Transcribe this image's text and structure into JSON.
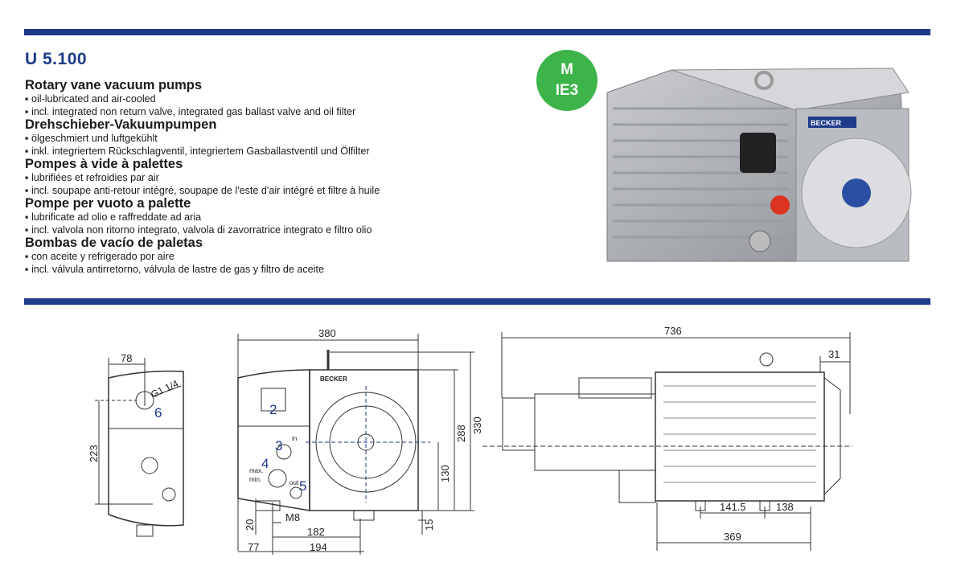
{
  "title": "U 5.100",
  "sections": [
    {
      "heading": "Rotary vane vacuum pumps",
      "bullets": [
        "▪ oil-lubricated and air-cooled",
        "▪ incl. integrated non return valve, integrated gas ballast valve and oil filter"
      ]
    },
    {
      "heading": "Drehschieber-Vakuumpumpen",
      "bullets": [
        "▪ ölgeschmiert und luftgekühlt",
        "▪ inkl. integriertem Rückschlagventil, integriertem Gasballastventil und Ölfilter"
      ]
    },
    {
      "heading": "Pompes à vide à palettes",
      "bullets": [
        "▪ lubrifiées et refroidies par air",
        "▪ incl. soupape anti-retour intégré, soupape de l'este d'air intégré et filtre à huile"
      ]
    },
    {
      "heading": "Pompe per vuoto a palette",
      "bullets": [
        "▪ lubrificate ad olio e raffreddate ad aria",
        "▪ incl. valvola non ritorno integrato, valvola di zavorratrice integrato e filtro olio"
      ]
    },
    {
      "heading": "Bombas de vacío de paletas",
      "bullets": [
        "▪ con aceite y refrigerado por aire",
        "▪ incl. válvula antirretorno, válvula de lastre de gas y filtro de aceite"
      ]
    }
  ],
  "badge": {
    "line1": "M",
    "line2": "IE3"
  },
  "photo": {
    "brand": "BECKER"
  },
  "drawing": {
    "side": {
      "d78": "78",
      "d223": "223",
      "thread": "G1 1/4",
      "n6": "6"
    },
    "front": {
      "d380": "380",
      "d330": "330",
      "d288": "288",
      "d130": "130",
      "d15": "15",
      "d20": "20",
      "m8": "M8",
      "d182": "182",
      "d77": "77",
      "d194": "194",
      "n2": "2",
      "n3": "3",
      "n4": "4",
      "n5": "5",
      "in": "in",
      "out": "out",
      "max": "max.",
      "min": "min.",
      "brand": "BECKER"
    },
    "top": {
      "d736": "736",
      "d31": "31",
      "d141": "141.5",
      "d138": "138",
      "d369": "369"
    }
  },
  "colors": {
    "brand_blue": "#1e3a8a",
    "badge_green": "#3cb44a"
  }
}
